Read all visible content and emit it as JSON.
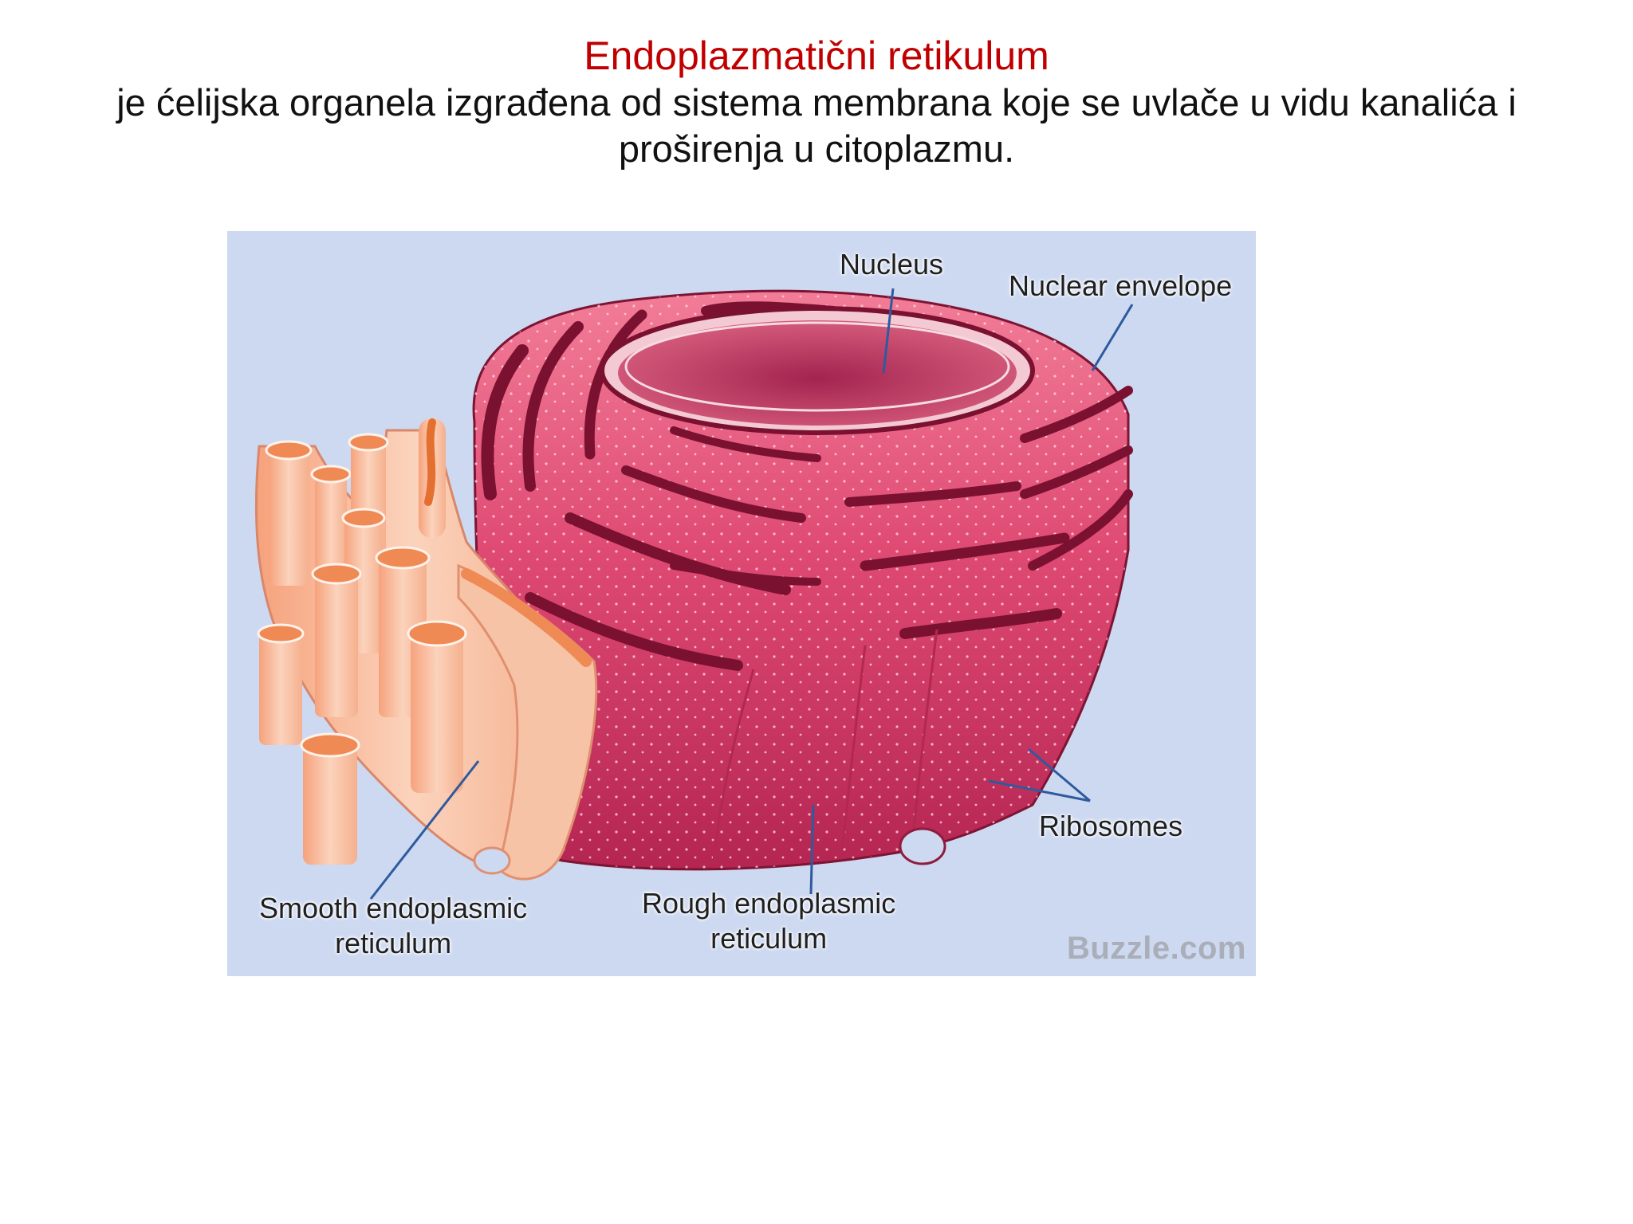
{
  "header": {
    "title": "Endoplazmatični retikulum",
    "description": "je ćelijska organela izgrađena od sistema membrana koje se uvlače u vidu kanalića i proširenja u citoplazmu."
  },
  "diagram": {
    "labels": {
      "nucleus": "Nucleus",
      "nuclear_envelope": "Nuclear envelope",
      "ribosomes": "Ribosomes",
      "smooth_er_line1": "Smooth endoplasmic",
      "smooth_er_line2": "reticulum",
      "rough_er_line1": "Rough endoplasmic",
      "rough_er_line2": "reticulum"
    },
    "watermark": "Buzzle.com",
    "colors": {
      "background": "#cdd9f1",
      "rough_er": "#d9466f",
      "rough_er_dark": "#8e1c3e",
      "smooth_er": "#f4a57c",
      "smooth_er_light": "#fde3d2",
      "leader_lines": "#2e5a9e"
    }
  }
}
